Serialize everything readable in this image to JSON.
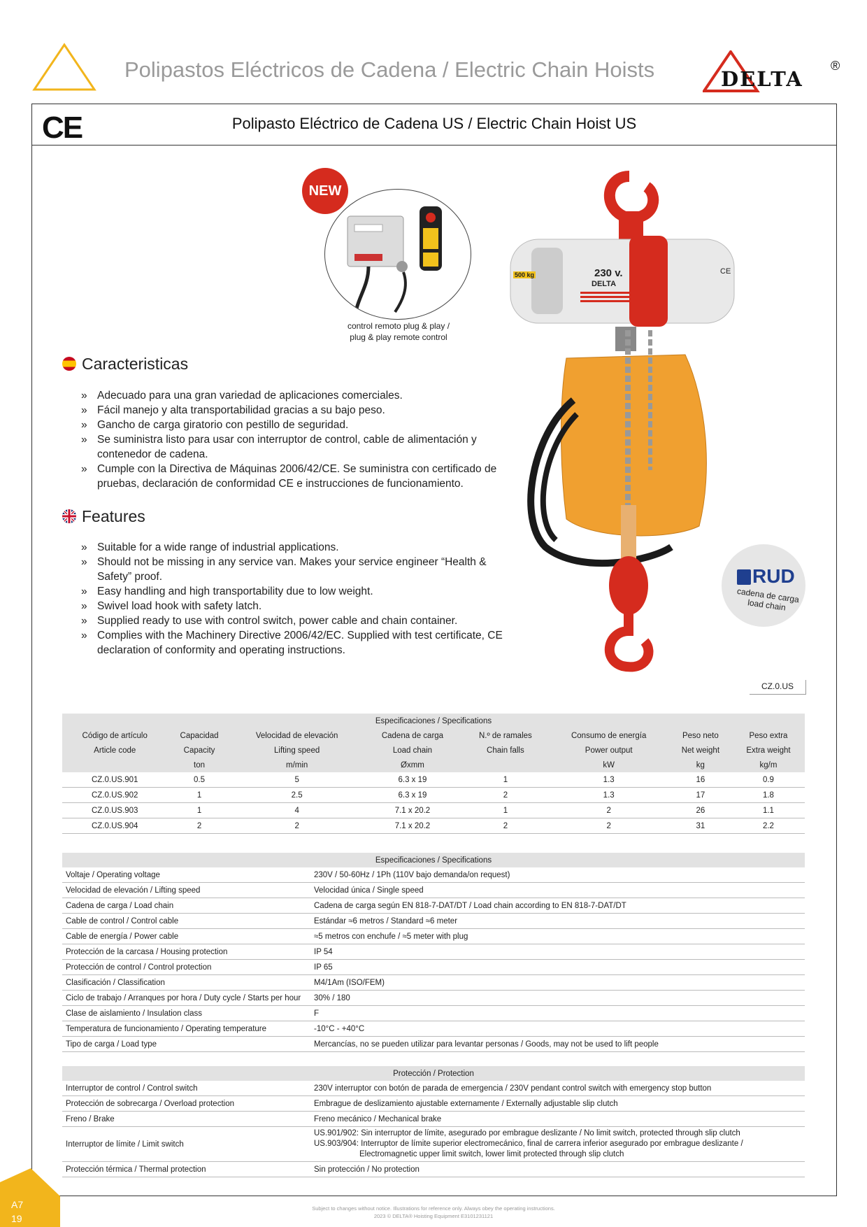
{
  "header": {
    "title": "Polipastos Eléctricos de Cadena / Electric Chain Hoists",
    "brand": "DELTA",
    "registered": "®"
  },
  "product": {
    "title": "Polipasto Eléctrico de Cadena US / Electric Chain Hoist US",
    "ce_mark": "CE",
    "new_badge": "NEW",
    "remote_caption_1": "control remoto plug & play /",
    "remote_caption_2": "plug & play remote control",
    "hoist_voltage_label": "230 v.",
    "hoist_brand_label": "DELTA",
    "hoist_capacity_label": "500 kg",
    "hoist_ce_label": "CE",
    "rud_logo": "RUD",
    "rud_caption_1": "cadena de carga",
    "rud_caption_2": "load chain",
    "model_code": "CZ.0.US"
  },
  "caracteristicas": {
    "heading": "Caracteristicas",
    "items": [
      "Adecuado para una gran variedad de aplicaciones comerciales.",
      "Fácil manejo y alta transportabilidad gracias a su bajo peso.",
      "Gancho de carga giratorio con pestillo de seguridad.",
      "Se suministra listo para usar con interruptor de control, cable de alimentación y contenedor de cadena.",
      "Cumple con la Directiva de Máquinas 2006/42/CE. Se suministra con certificado de pruebas, declaración de conformidad CE e instrucciones de funcionamiento."
    ]
  },
  "features": {
    "heading": "Features",
    "items": [
      "Suitable for a wide range of industrial applications.",
      "Should not be missing in any service van. Makes your service engineer “Health & Safety” proof.",
      "Easy handling and high transportability due to low weight.",
      "Swivel load hook with safety latch.",
      "Supplied ready to use with control switch, power cable and chain container.",
      "Complies with the Machinery Directive 2006/42/EC. Supplied with test certificate, CE declaration of conformity and operating instructions."
    ]
  },
  "spec_table": {
    "title": "Especificaciones / Specifications",
    "headers_es": [
      "Código de artículo",
      "Capacidad",
      "Velocidad de elevación",
      "Cadena de carga",
      "N.º de ramales",
      "Consumo de energía",
      "Peso neto",
      "Peso extra"
    ],
    "headers_en": [
      "Article code",
      "Capacity",
      "Lifting speed",
      "Load chain",
      "Chain falls",
      "Power output",
      "Net weight",
      "Extra weight"
    ],
    "units": [
      "",
      "ton",
      "m/min",
      "Øxmm",
      "",
      "kW",
      "kg",
      "kg/m"
    ],
    "rows": [
      [
        "CZ.0.US.901",
        "0.5",
        "5",
        "6.3 x 19",
        "1",
        "1.3",
        "16",
        "0.9"
      ],
      [
        "CZ.0.US.902",
        "1",
        "2.5",
        "6.3 x 19",
        "2",
        "1.3",
        "17",
        "1.8"
      ],
      [
        "CZ.0.US.903",
        "1",
        "4",
        "7.1 x 20.2",
        "1",
        "2",
        "26",
        "1.1"
      ],
      [
        "CZ.0.US.904",
        "2",
        "2",
        "7.1 x 20.2",
        "2",
        "2",
        "31",
        "2.2"
      ]
    ]
  },
  "general_specs": {
    "title": "Especificaciones / Specifications",
    "rows": [
      [
        "Voltaje / Operating voltage",
        "230V / 50-60Hz / 1Ph (110V bajo demanda/on request)"
      ],
      [
        "Velocidad de elevación / Lifting speed",
        "Velocidad única / Single speed"
      ],
      [
        "Cadena de carga / Load chain",
        "Cadena de carga según EN 818-7-DAT/DT / Load chain according to EN 818-7-DAT/DT"
      ],
      [
        "Cable de control / Control cable",
        "Estándar ≈6 metros / Standard ≈6 meter"
      ],
      [
        "Cable de energía / Power cable",
        "≈5 metros con enchufe / ≈5 meter with plug"
      ],
      [
        "Protección de la carcasa / Housing protection",
        "IP 54"
      ],
      [
        "Protección de control / Control protection",
        "IP 65"
      ],
      [
        "Clasificación / Classification",
        "M4/1Am (ISO/FEM)"
      ],
      [
        "Ciclo de trabajo / Arranques por hora / Duty cycle / Starts per hour",
        "30% / 180"
      ],
      [
        "Clase de aislamiento / Insulation class",
        "F"
      ],
      [
        "Temperatura de funcionamiento / Operating temperature",
        "-10°C  -  +40°C"
      ],
      [
        "Tipo de carga / Load type",
        "Mercancías, no se pueden utilizar para levantar personas / Goods, may not be used to lift people"
      ]
    ]
  },
  "protection": {
    "title": "Protección / Protection",
    "rows": [
      [
        "Interruptor de control / Control switch",
        "230V interruptor con botón de parada de emergencia / 230V pendant control switch with emergency stop button"
      ],
      [
        "Protección de sobrecarga / Overload protection",
        "Embrague de deslizamiento ajustable externamente / Externally adjustable slip clutch"
      ],
      [
        "Freno / Brake",
        "Freno mecánico / Mechanical brake"
      ]
    ],
    "limit_switch_label": "Interruptor de límite / Limit switch",
    "limit_switch_line1": "US.901/902: Sin interruptor de límite, asegurado por embrague deslizante / No limit switch, protected through slip clutch",
    "limit_switch_line2": "US.903/904: Interruptor de límite superior electromecánico, final de carrera inferior asegurado por embrague deslizante /",
    "limit_switch_line3": "Electromagnetic upper limit switch, lower limit protected through slip clutch",
    "thermal_label": "Protección térmica / Thermal protection",
    "thermal_value": "Sin protección / No protection"
  },
  "footer": {
    "line1": "Subject to changes without notice. Illustrations for reference only. Always obey the operating instructions.",
    "line2": "2023 © DELTA® Hoisting Equipment  E3101231121",
    "page_section": "A7",
    "page_number": "19"
  },
  "colors": {
    "accent_yellow": "#f2b51c",
    "brand_red": "#d52b1e",
    "table_header_gray": "#e2e2e2",
    "bag_orange": "#f0a030"
  }
}
